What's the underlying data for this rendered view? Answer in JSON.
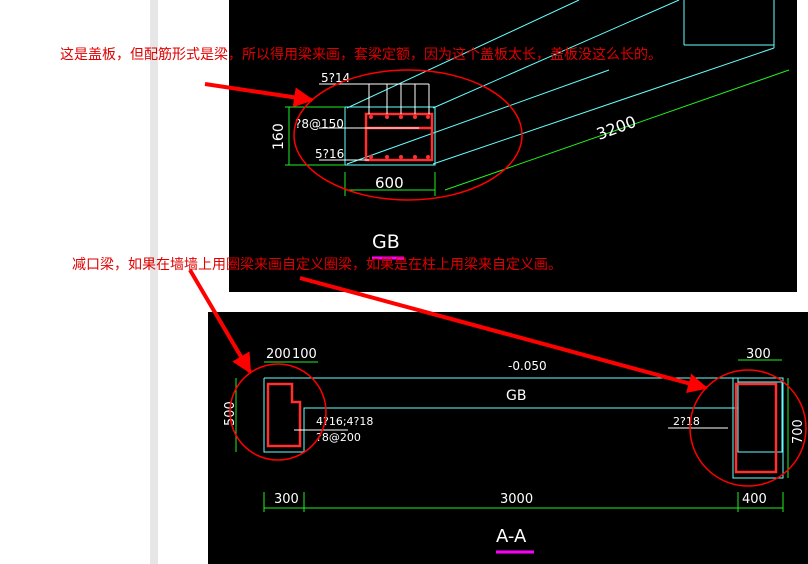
{
  "annotations": {
    "note1": "这是盖板，但配筋形式是梁，所以得用梁来画，套梁定额，因为这个盖板太长，盖板没这么长的。",
    "note2": "减口梁，如果在墙墙上用圈梁来画自定义圈梁，如果是在柱上用梁来自定义画。"
  },
  "drawing_top": {
    "title": "GB",
    "dim_height": "160",
    "dim_width": "600",
    "dim_length": "3200",
    "rebar_top": "5?14",
    "rebar_stirrup": "?8@150",
    "rebar_bottom": "5?16"
  },
  "drawing_bottom": {
    "title": "A-A",
    "elevation": "-0.050",
    "beam_label": "GB",
    "dim_left_top_a": "200",
    "dim_left_top_b": "100",
    "dim_right_top": "300",
    "dim_left_height": "500",
    "dim_right_height": "700",
    "dim_bottom_left": "300",
    "dim_bottom_mid": "3000",
    "dim_bottom_right": "400",
    "rebar_left_main": "4?16;4?18",
    "rebar_left_stirrup": "?8@200",
    "rebar_right_main": "2?18"
  },
  "colors": {
    "cad_background": "#000000",
    "outline": "#66ffff",
    "rebar": "#ff3030",
    "dimension": "#22ee22",
    "text": "#ffffff",
    "callout": "#ff0000",
    "title_underline": "#ff00ff"
  }
}
